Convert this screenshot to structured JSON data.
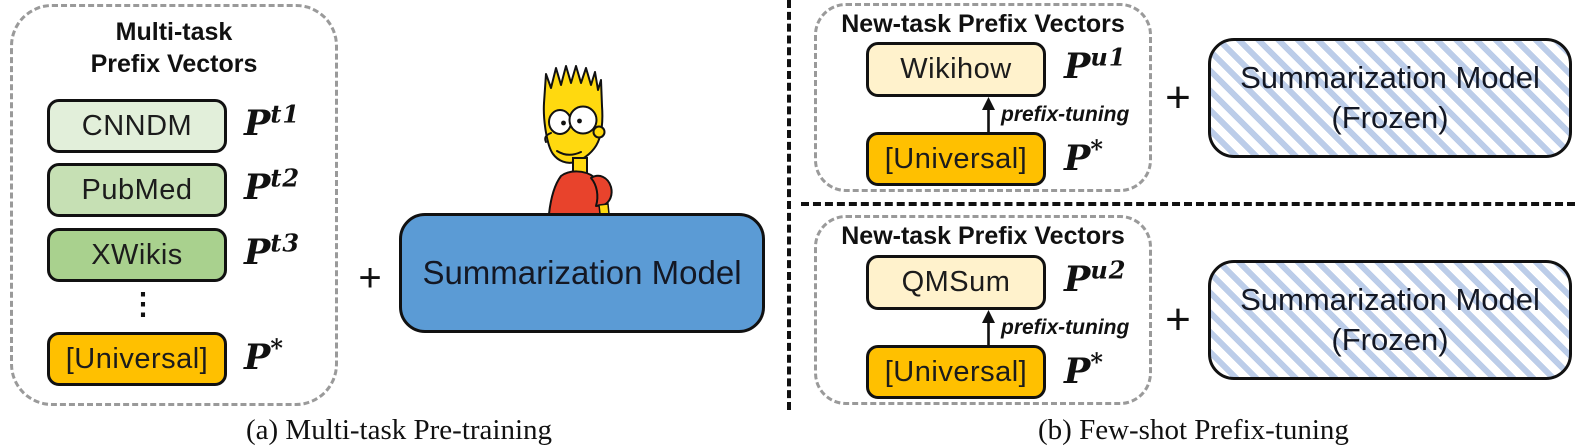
{
  "colors": {
    "cnndm_green": "#E2EFDA",
    "pubmed_green": "#C6E0B4",
    "xwikis_green": "#A9D18E",
    "universal_orange": "#FFC000",
    "newtask_cream": "#FFF2CC",
    "model_blue": "#5B9BD5",
    "frozen_hatch_blue": "#BCCDE9",
    "dashed_border_gray": "#9A9A9A",
    "divider_black": "#111111"
  },
  "panel_a": {
    "caption": "(a) Multi-task Pre-training",
    "prefix_group": {
      "title_lines": [
        "Multi-task",
        "Prefix Vectors"
      ],
      "ellipsis": "⋮",
      "items": [
        {
          "label": "CNNDM",
          "vector": {
            "base": "P",
            "sup": "t1"
          }
        },
        {
          "label": "PubMed",
          "vector": {
            "base": "P",
            "sup": "t2"
          }
        },
        {
          "label": "XWikis",
          "vector": {
            "base": "P",
            "sup": "t3"
          }
        },
        {
          "label": "[Universal]",
          "vector": {
            "base": "P",
            "sup": "*"
          }
        }
      ]
    },
    "plus": "+",
    "mascot_icon": "bart-simpson",
    "model_box": {
      "label": "Summarization Model"
    }
  },
  "panel_b": {
    "caption": "(b) Few-shot Prefix-tuning",
    "rows": [
      {
        "group_title": "New-task Prefix Vectors",
        "new_task": {
          "label": "Wikihow",
          "vector": {
            "base": "P",
            "sup": "u1"
          }
        },
        "arrow_label": "prefix-tuning",
        "universal": {
          "label": "[Universal]",
          "vector": {
            "base": "P",
            "sup": "*"
          }
        },
        "plus": "+",
        "model_box": {
          "line1": "Summarization Model",
          "line2": "(Frozen)"
        }
      },
      {
        "group_title": "New-task Prefix Vectors",
        "new_task": {
          "label": "QMSum",
          "vector": {
            "base": "P",
            "sup": "u2"
          }
        },
        "arrow_label": "prefix-tuning",
        "universal": {
          "label": "[Universal]",
          "vector": {
            "base": "P",
            "sup": "*"
          }
        },
        "plus": "+",
        "model_box": {
          "line1": "Summarization Model",
          "line2": "(Frozen)"
        }
      }
    ]
  }
}
